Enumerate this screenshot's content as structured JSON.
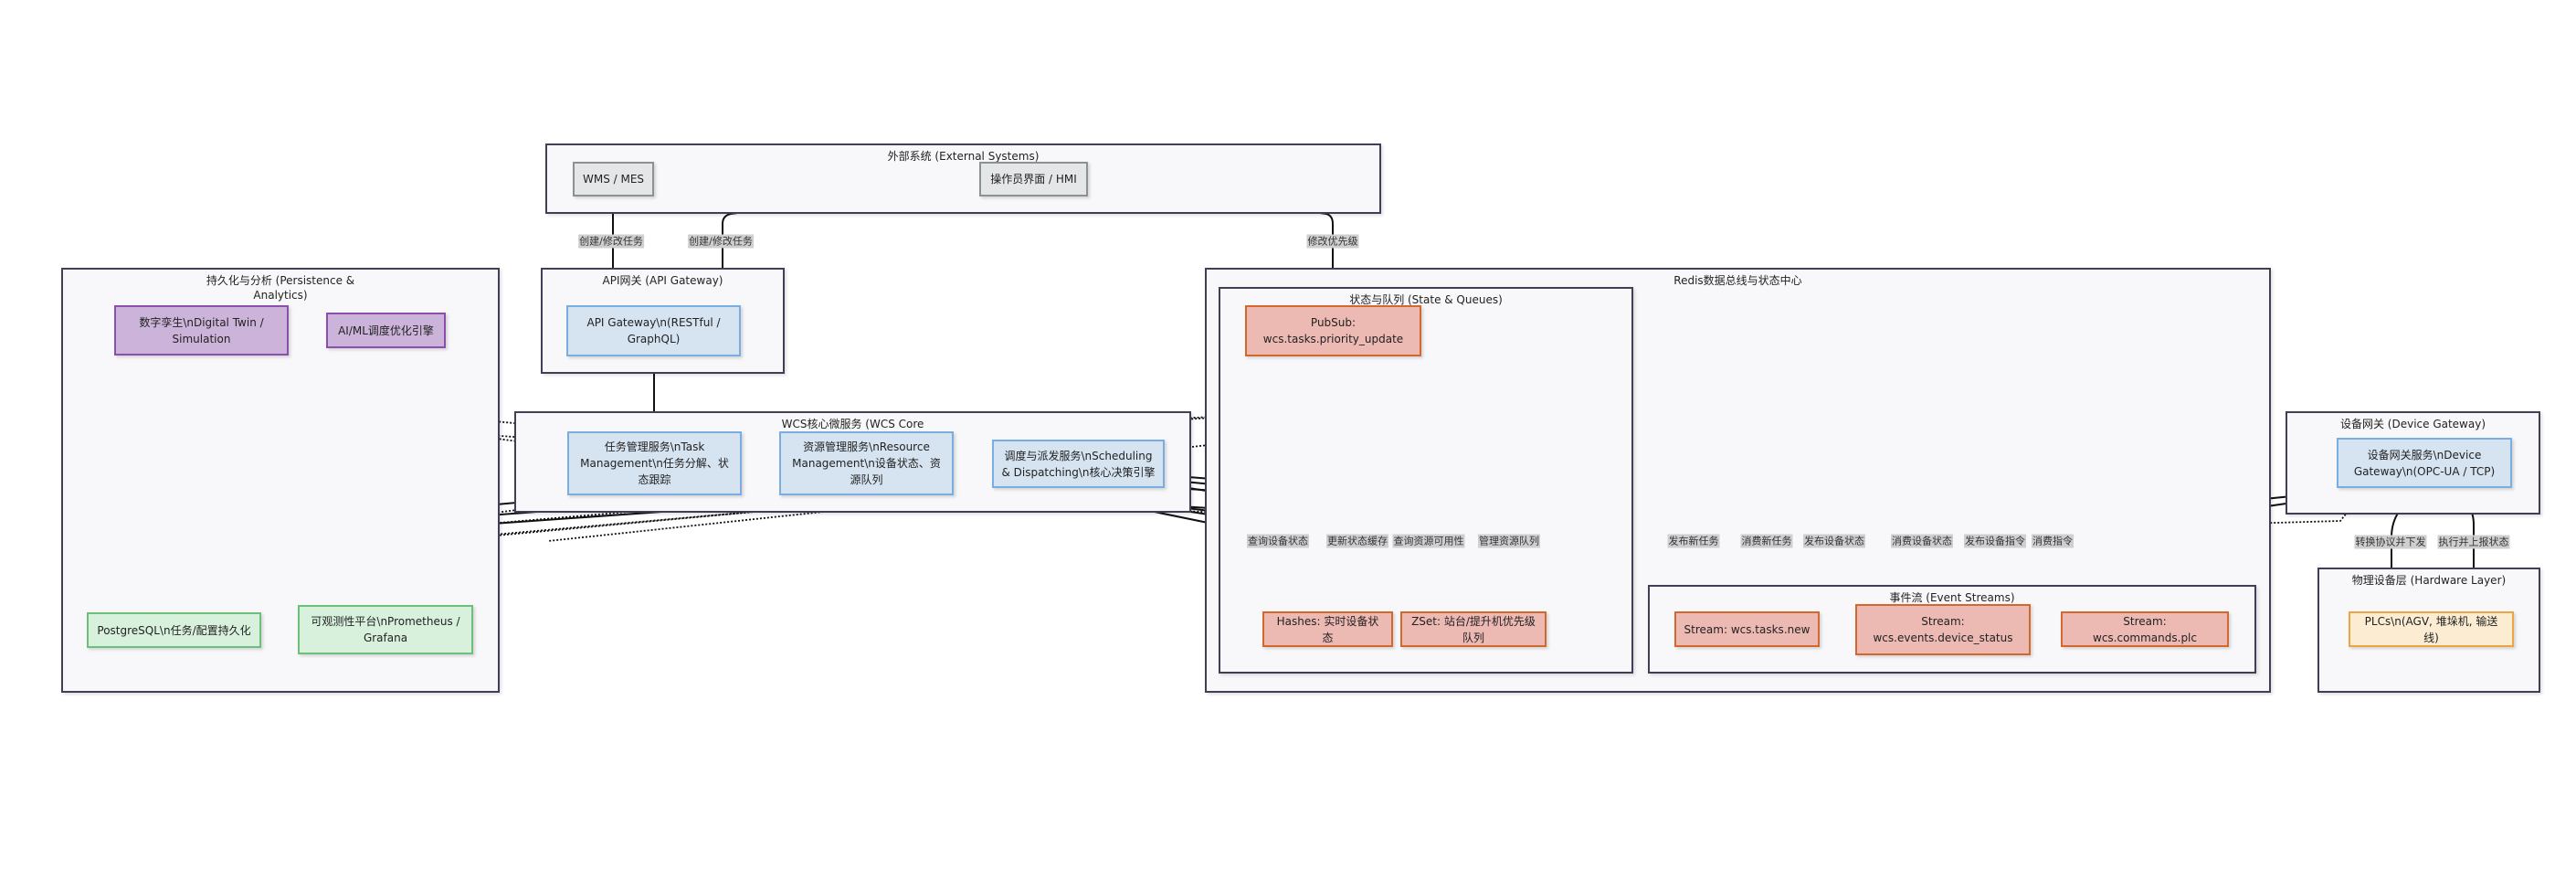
{
  "clusters": {
    "external": "外部系统 (External Systems)",
    "api_gateway": "API网关 (API Gateway)",
    "wcs_core": "WCS核心微服务 (WCS Core",
    "persistence": "持久化与分析 (Persistence & Analytics)",
    "redis": "Redis数据总线与状态中心",
    "state_queues": "状态与队列 (State & Queues)",
    "event_streams": "事件流 (Event Streams)",
    "device_gateway": "设备网关 (Device Gateway)",
    "hardware": "物理设备层 (Hardware Layer)"
  },
  "nodes": {
    "wms": "WMS / MES",
    "hmi": "操作员界面 / HMI",
    "api": "API Gateway\\n(RESTful / GraphQL)",
    "task": "任务管理服务\\nTask Management\\n任务分解、状态跟踪",
    "resource": "资源管理服务\\nResource Management\\n设备状态、资源队列",
    "scheduling": "调度与派发服务\\nScheduling & Dispatching\\n核心决策引擎",
    "digital_twin": "数字孪生\\nDigital Twin / Simulation",
    "aiml": "AI/ML调度优化引擎",
    "postgres": "PostgreSQL\\n任务/配置持久化",
    "observability": "可观测性平台\\nPrometheus / Grafana",
    "pubsub": "PubSub: wcs.tasks.priority_update",
    "hashes": "Hashes: 实时设备状态",
    "zset": "ZSet: 站台/提升机优先级队列",
    "stream_tasks": "Stream: wcs.tasks.new",
    "stream_status": "Stream: wcs.events.device_status",
    "stream_plc": "Stream: wcs.commands.plc",
    "device_gw": "设备网关服务\\nDevice Gateway\\n(OPC-UA / TCP)",
    "plc": "PLCs\\n(AGV, 堆垛机, 输送线)"
  },
  "edge_labels": {
    "wms_api": "创建/修改任务",
    "hmi_api": "创建/修改任务",
    "hmi_pubsub": "修改优先级",
    "query_device": "查询设备状态",
    "update_cache": "更新状态缓存",
    "query_resource": "查询资源可用性",
    "manage_queue": "管理资源队列",
    "publish_task": "发布新任务",
    "consume_task": "消费新任务",
    "publish_status": "发布设备状态",
    "consume_status": "消费设备状态",
    "publish_cmd": "发布设备指令",
    "consume_cmd": "消费指令",
    "convert_send": "转换协议并下发",
    "exec_report": "执行并上报状态"
  }
}
